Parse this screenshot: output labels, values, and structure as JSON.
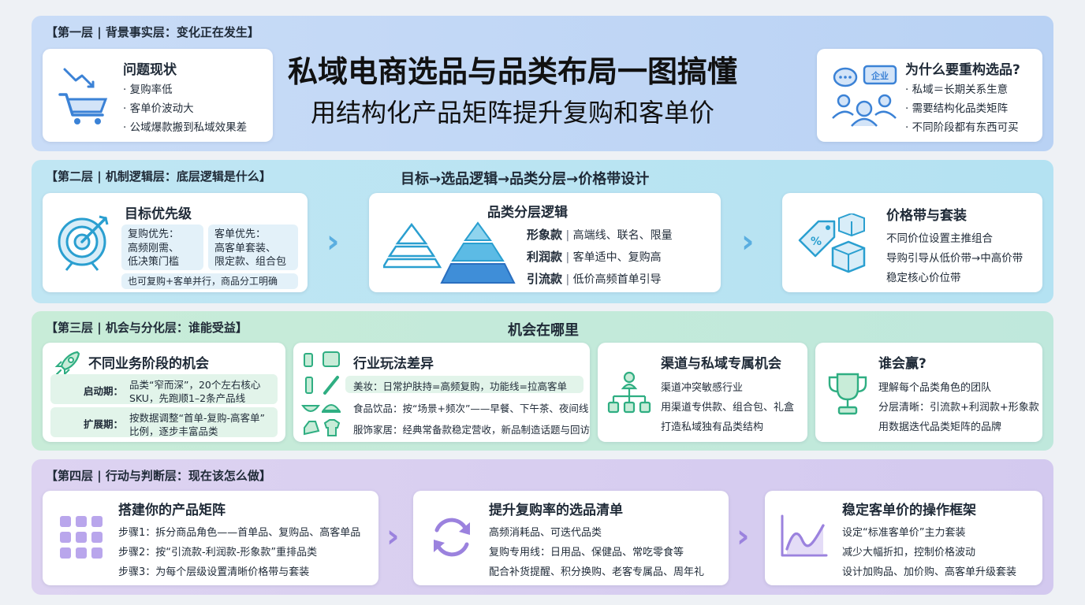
{
  "header": {
    "title": "私域电商选品与品类布局一图搞懂",
    "subtitle": "用结构化产品矩阵提升复购和客单价"
  },
  "layer1": {
    "tag": "【第一层 | 背景事实层：变化正在发生】",
    "problem": {
      "title": "问题现状",
      "items": [
        "· 复购率低",
        "· 客单价波动大",
        "· 公域爆款搬到私域效果差"
      ]
    },
    "why": {
      "title": "为什么要重构选品?",
      "badge": "企业",
      "items": [
        "· 私域＝长期关系生意",
        "· 需要结构化品类矩阵",
        "· 不同阶段都有东西可买"
      ]
    }
  },
  "layer2": {
    "tag": "【第二层 | 机制逻辑层：底层逻辑是什么】",
    "flow": "目标→选品逻辑→品类分层→价格带设计",
    "goal": {
      "title": "目标优先级",
      "left_box": [
        "复购优先：",
        "高频刚需、",
        "低决策门槛"
      ],
      "right_box": [
        "客单优先：",
        "高客单套装、",
        "限定款、组合包"
      ],
      "note": "也可复购+客单并行，商品分工明确"
    },
    "tier": {
      "title": "品类分层逻辑",
      "rows": [
        {
          "name": "形象款",
          "desc": "高端线、联名、限量"
        },
        {
          "name": "利润款",
          "desc": "客单适中、复购高"
        },
        {
          "name": "引流款",
          "desc": "低价高频首单引导"
        }
      ]
    },
    "price": {
      "title": "价格带与套装",
      "items": [
        "不同价位设置主推组合",
        "导购引导从低价带→中高价带",
        "稳定核心价位带"
      ]
    }
  },
  "layer3": {
    "tag": "【第三层 | 机会与分化层：谁能受益】",
    "center_title": "机会在哪里",
    "stages": {
      "title": "不同业务阶段的机会",
      "rows": [
        {
          "label": "启动期：",
          "text": [
            "品类“窄而深”，20个左右核心",
            "SKU，先跑顺1–2条产品线"
          ]
        },
        {
          "label": "扩展期：",
          "text": [
            "按数据调整“首单-复购-高客单”",
            "比例，逐步丰富品类"
          ]
        }
      ]
    },
    "industry": {
      "title": "行业玩法差异",
      "rows": [
        "美妆：日常护肤持=高频复购，功能线=拉高客单",
        "食品饮品：按“场景+频次”——早餐、下午茶、夜间线",
        "服饰家居：经典常备款稳定营收，新品制造话题与回访"
      ]
    },
    "channel": {
      "title": "渠道与私域专属机会",
      "items": [
        "渠道冲突敏感行业",
        "用渠道专供款、组合包、礼盒",
        "打造私域独有品类结构"
      ]
    },
    "winner": {
      "title": "谁会赢?",
      "items": [
        "理解每个品类角色的团队",
        "分层清晰：引流款+利润款+形象款",
        "用数据迭代品类矩阵的品牌"
      ]
    }
  },
  "layer4": {
    "tag": "【第四层 | 行动与判断层：现在该怎么做】",
    "matrix": {
      "title": "搭建你的产品矩阵",
      "items": [
        "步骤1：拆分商品角色——首单品、复购品、高客单品",
        "步骤2：按“引流款-利润款-形象款”重排品类",
        "步骤3：为每个层级设置清晰价格带与套装"
      ]
    },
    "repurchase": {
      "title": "提升复购率的选品清单",
      "items": [
        "高频消耗品、可迭代品类",
        "复购专用线：日用品、保健品、常吃零食等",
        "配合补货提醒、积分换购、老客专属品、周年礼"
      ]
    },
    "aov": {
      "title": "稳定客单价的操作框架",
      "items": [
        "设定“标准客单价”主力套装",
        "减少大幅折扣，控制价格波动",
        "设计加购品、加价购、高客单升级套装"
      ]
    }
  },
  "colors": {
    "blue_icon": "#3b82d6",
    "teal_icon": "#2a9fd0",
    "green_icon": "#2fae82",
    "purple_icon": "#8b6fd6"
  }
}
